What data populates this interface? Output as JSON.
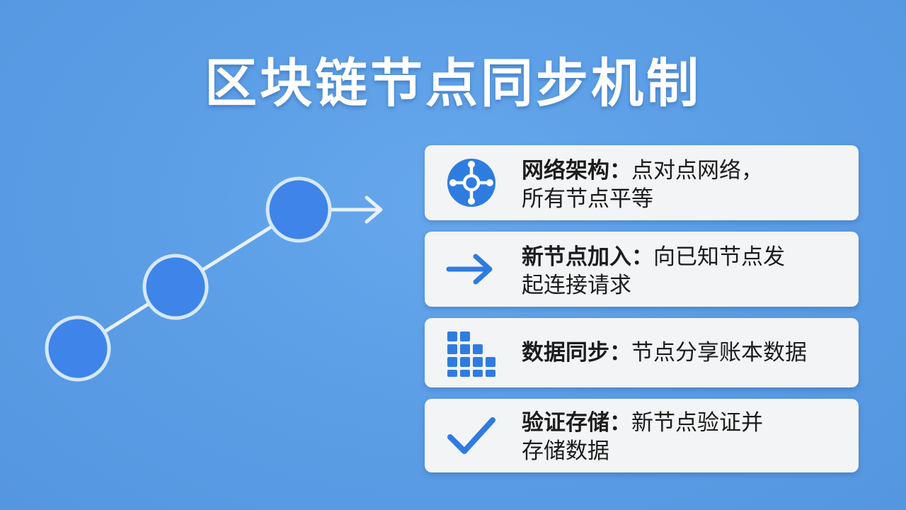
{
  "title": "区块链节点同步机制",
  "colors": {
    "background": "#5b9ee6",
    "node_fill": "#3f84e8",
    "node_stroke": "#d6e8fb",
    "card_bg": "#f3f4f6",
    "icon_blue": "#2f7ce0"
  },
  "diagram": {
    "nodes": 3,
    "arrow": "arrow-right"
  },
  "cards": [
    {
      "icon": "network-icon",
      "heading": "网络架构：",
      "line1_rest": "点对点网络，",
      "line2": "所有节点平等"
    },
    {
      "icon": "arrow-right-icon",
      "heading": "新节点加入：",
      "line1_rest": "向已知节点发",
      "line2": "起连接请求"
    },
    {
      "icon": "data-blocks-icon",
      "heading": "数据同步：",
      "line1_rest": "节点分享账本数据",
      "line2": ""
    },
    {
      "icon": "checkmark-icon",
      "heading": "验证存储：",
      "line1_rest": "新节点验证并",
      "line2": "存储数据"
    }
  ]
}
